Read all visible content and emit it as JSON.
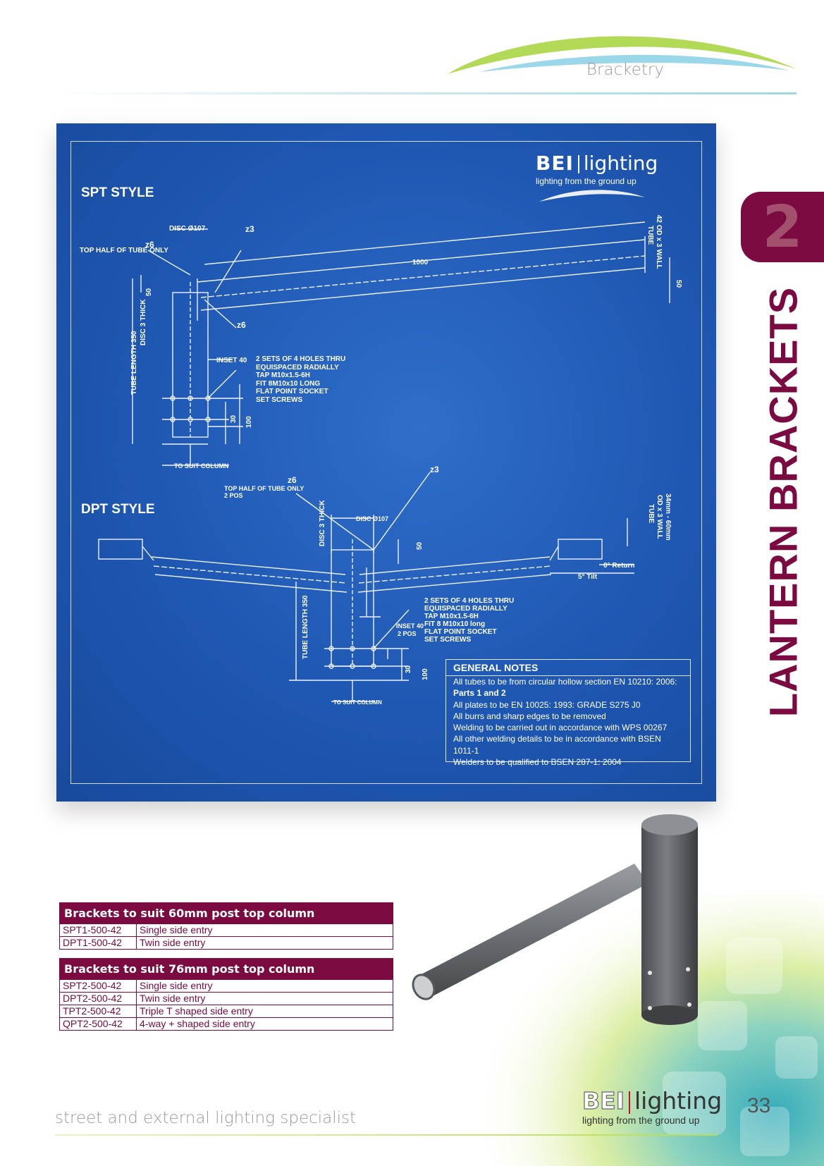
{
  "header": {
    "section_title": "Bracketry"
  },
  "chapter": {
    "number": "2",
    "title": "LANTERN BRACKETS"
  },
  "blueprint": {
    "logo_brand": "BEI",
    "logo_word": "lighting",
    "logo_tagline": "lighting from the ground up",
    "spt_label": "SPT STYLE",
    "dpt_label": "DPT STYLE",
    "spt_annotations": {
      "disc": "DISC Ø107",
      "top_half": "TOP HALF OF TUBE ONLY",
      "z6a": "z6",
      "z3": "z3",
      "z6b": "z6",
      "length": "1000",
      "tube": "42 OD x 3 WALL",
      "tube2": "TUBE",
      "dim_50a": "50",
      "dim_50b": "50",
      "disc_thick": "DISC 3 THICK",
      "tube_length": "TUBE LENGTH 350",
      "inset": "INSET 40",
      "holes": [
        "2 SETS OF 4 HOLES THRU",
        "EQUISPACED RADIALLY",
        "TAP M10x1.5-6H",
        "FIT 8M10x10 LONG",
        "FLAT POINT SOCKET",
        "SET SCREWS"
      ],
      "dim_30": "30",
      "dim_100": "100",
      "suit_column": "TO SUIT COLUMN"
    },
    "dpt_annotations": {
      "top_half": "TOP HALF OF TUBE ONLY",
      "top_half2": "2 POS",
      "z6": "z6",
      "z3": "z3",
      "disc": "DISC Ø107",
      "disc_thick": "DISC 3 THICK",
      "dim_50": "50",
      "tube": "34mm - 60mm",
      "tube2": "OD x 3 WALL",
      "tube3": "TUBE",
      "return": "0° Return",
      "tilt": "5° Tilt",
      "tube_length": "TUBE LENGTH 350",
      "inset": "INSET 40",
      "inset2": "2 POS",
      "holes": [
        "2 SETS OF 4 HOLES THRU",
        "EQUISPACED RADIALLY",
        "TAP M10x1.5-6H",
        "FIT 8 M10x10 long",
        "FLAT POINT SOCKET",
        "SET SCREWS"
      ],
      "dim_30": "30",
      "dim_100": "100",
      "suit_column": "TO SUIT COLUMN"
    },
    "general_notes": {
      "title": "GENERAL NOTES",
      "lines": [
        "All tubes to be from circular hollow section EN 10210: 2006:",
        "Parts 1 and 2",
        "All plates to be EN 10025: 1993: GRADE S275 J0",
        "All burrs and sharp edges to be removed",
        "Welding to be carried out in accordance with WPS 00267",
        "All other welding details to be in accordance with BSEN 1011-1",
        "Welders to be qualified to BSEN 287-1: 2004"
      ]
    }
  },
  "tables": [
    {
      "title": "Brackets to suit 60mm post top column",
      "rows": [
        {
          "code": "SPT1-500-42",
          "desc": "Single side entry"
        },
        {
          "code": "DPT1-500-42",
          "desc": "Twin side entry"
        }
      ]
    },
    {
      "title": "Brackets to suit 76mm post top column",
      "rows": [
        {
          "code": "SPT2-500-42",
          "desc": "Single side entry"
        },
        {
          "code": "DPT2-500-42",
          "desc": "Twin side entry"
        },
        {
          "code": "TPT2-500-42",
          "desc": "Triple T shaped side entry"
        },
        {
          "code": "QPT2-500-42",
          "desc": "4-way + shaped side entry"
        }
      ]
    }
  ],
  "footer": {
    "tagline": "street and external lighting specialist",
    "logo_brand": "BEI",
    "logo_word": "lighting",
    "logo_tagline": "lighting from the ground up",
    "page_number": "33"
  },
  "colors": {
    "accent": "#7a0a3f",
    "blueprint": "#1e57b2",
    "swoosh_green": "#a6d43a",
    "swoosh_blue": "#8fd3e6"
  }
}
